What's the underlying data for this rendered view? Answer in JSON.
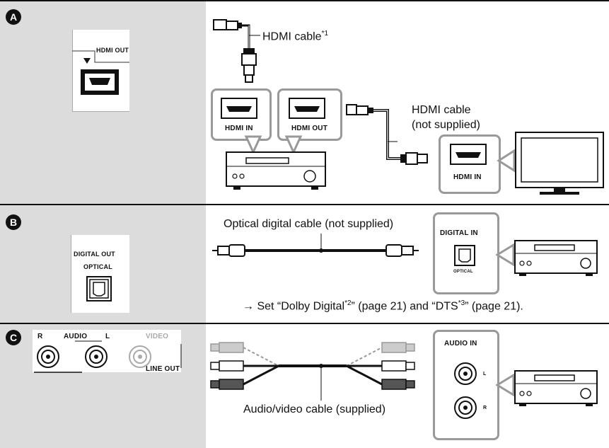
{
  "sections": {
    "a": {
      "badge": "A",
      "port_label": "HDMI OUT",
      "cable_top": "HDMI cable",
      "cable_top_note": "*1",
      "cable_right_line1": "HDMI cable",
      "cable_right_line2": "(not supplied)",
      "amp_in_label": "HDMI IN",
      "amp_out_label": "HDMI OUT",
      "tv_in_label": "HDMI IN"
    },
    "b": {
      "badge": "B",
      "port_label_line1": "DIGITAL OUT",
      "port_label_line2": "OPTICAL",
      "cable_label": "Optical digital cable (not supplied)",
      "digital_in_label": "DIGITAL IN",
      "optical_small": "OPTICAL",
      "note_arrow": "→",
      "note_part1": "Set “Dolby Digital",
      "note_sup1": "*2",
      "note_part2": "” (page 21) and “DTS",
      "note_sup2": "*3",
      "note_part3": "” (page 21)."
    },
    "c": {
      "badge": "C",
      "r_label": "R",
      "audio_label": "AUDIO",
      "l_label": "L",
      "video_label": "VIDEO",
      "line_out_label": "LINE OUT",
      "cable_label": "Audio/video cable (supplied)",
      "audio_in_label": "AUDIO IN",
      "small_l": "L",
      "small_r": "R"
    }
  }
}
